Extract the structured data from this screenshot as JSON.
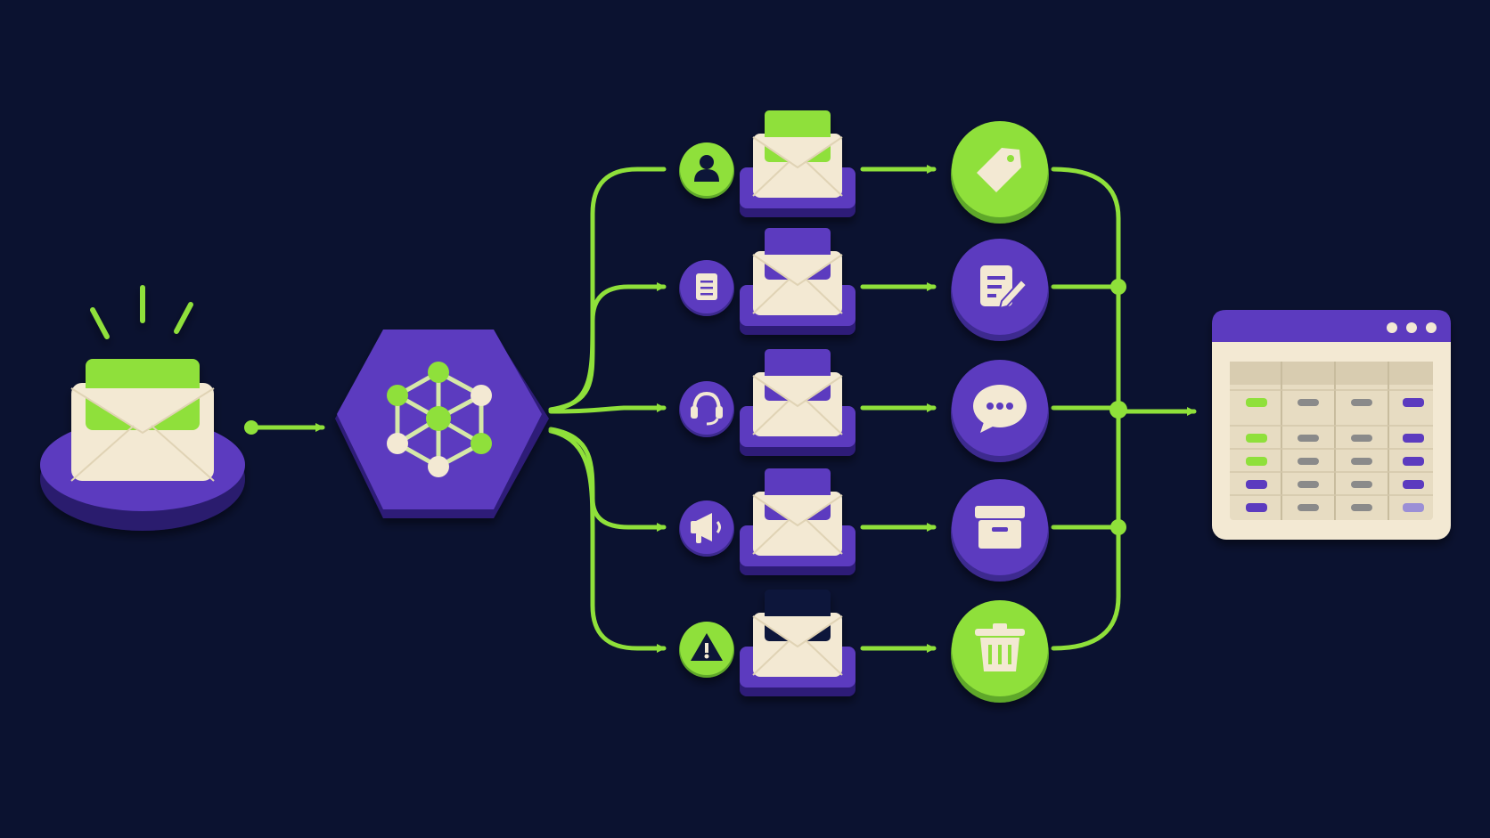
{
  "colors": {
    "background": "#0b1230",
    "accent_green": "#8fe03a",
    "purple": "#5b3bbf",
    "purple_dark": "#3e2a8f",
    "cream": "#f3e9d3",
    "navy": "#0f1638"
  },
  "inbox": {
    "icon": "incoming-mail-icon",
    "letter_color": "green"
  },
  "classifier": {
    "icon": "network-graph-icon",
    "shape": "hexagon"
  },
  "categories": [
    {
      "sender_icon": "person-icon",
      "sender_style": "green",
      "letter_color": "green",
      "action_icon": "tag-icon",
      "action_style": "green"
    },
    {
      "sender_icon": "document-icon",
      "sender_style": "purple",
      "letter_color": "purple",
      "action_icon": "edit-document-icon",
      "action_style": "purple"
    },
    {
      "sender_icon": "headset-icon",
      "sender_style": "purple",
      "letter_color": "purple",
      "action_icon": "chat-bubble-icon",
      "action_style": "purple"
    },
    {
      "sender_icon": "megaphone-icon",
      "sender_style": "purple",
      "letter_color": "purple",
      "action_icon": "archive-box-icon",
      "action_style": "purple"
    },
    {
      "sender_icon": "warning-icon",
      "sender_style": "green",
      "letter_color": "dark",
      "action_icon": "trash-icon",
      "action_style": "green"
    }
  ],
  "dashboard": {
    "icon": "table-window-icon",
    "columns": 4,
    "row_badges": [
      "green",
      "green",
      "green",
      "purple",
      "purple"
    ],
    "right_badges": [
      "purple",
      "purple",
      "purple",
      "purple",
      "lavender"
    ]
  }
}
